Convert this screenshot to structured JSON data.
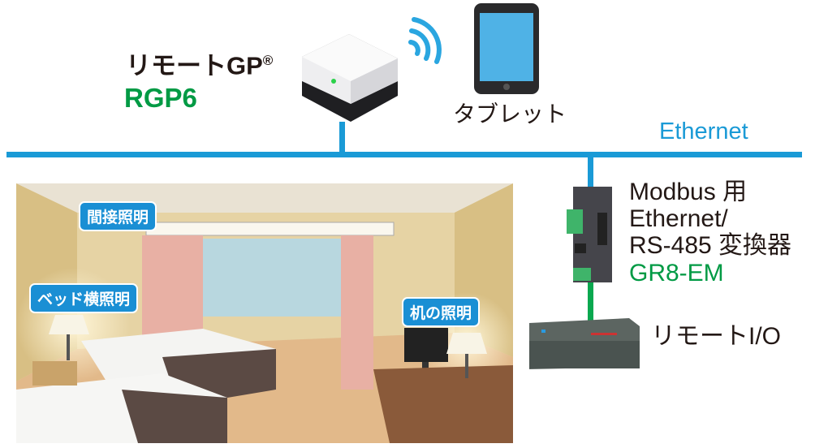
{
  "product": {
    "name": "リモートGP",
    "registered_mark": "®",
    "model": "RGP6"
  },
  "tablet": {
    "label": "タブレット"
  },
  "network": {
    "label": "Ethernet"
  },
  "converter": {
    "line1": "Modbus 用",
    "line2": "Ethernet/",
    "line3": "RS-485 変換器",
    "model": "GR8-EM"
  },
  "remote_io": {
    "label": "リモートI/O"
  },
  "room": {
    "labels": {
      "indirect": "間接照明",
      "bedside": "ベッド横照明",
      "desk": "机の照明"
    }
  },
  "colors": {
    "ethernet": "#1a9ad6",
    "rs485": "#0aa84f",
    "accent_green": "#009a44",
    "tag_blue": "#1a8fd4"
  }
}
